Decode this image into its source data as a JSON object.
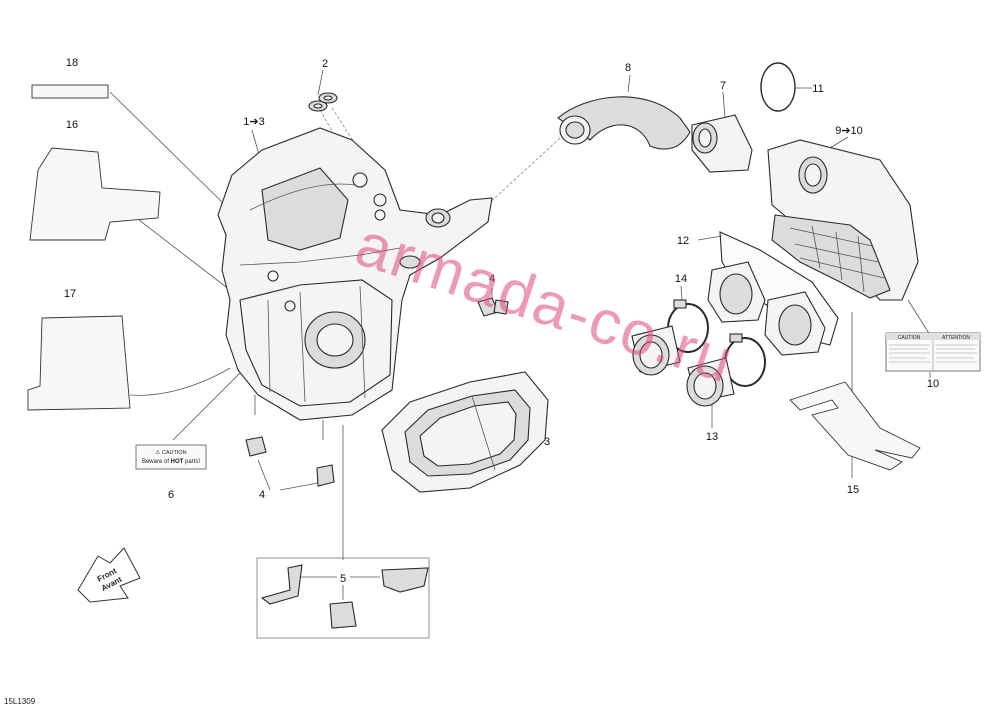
{
  "figure": {
    "code": "15L1309",
    "watermark": "armada-co.ru",
    "front_arrow": {
      "line1": "Front",
      "line2": "Avant"
    }
  },
  "callouts": {
    "c1_3": "1➔3",
    "c2": "2",
    "c3": "3",
    "c4a": "4",
    "c4b": "4",
    "c5": "5",
    "c6": "6",
    "c7": "7",
    "c8": "8",
    "c9_10": "9➔10",
    "c10": "10",
    "c11": "11",
    "c12": "12",
    "c13": "13",
    "c14": "14",
    "c15": "15",
    "c16": "16",
    "c17": "17",
    "c18": "18"
  },
  "labels": {
    "hot_caution": {
      "heading": "CAUTION",
      "text_pre": "Beware of ",
      "text_bold": "HOT",
      "text_post": " parts!"
    },
    "attention": {
      "left_heading": "CAUTION",
      "right_heading": "ATTENTION"
    }
  },
  "colors": {
    "watermark": "#e0457f",
    "line": "#555555"
  }
}
